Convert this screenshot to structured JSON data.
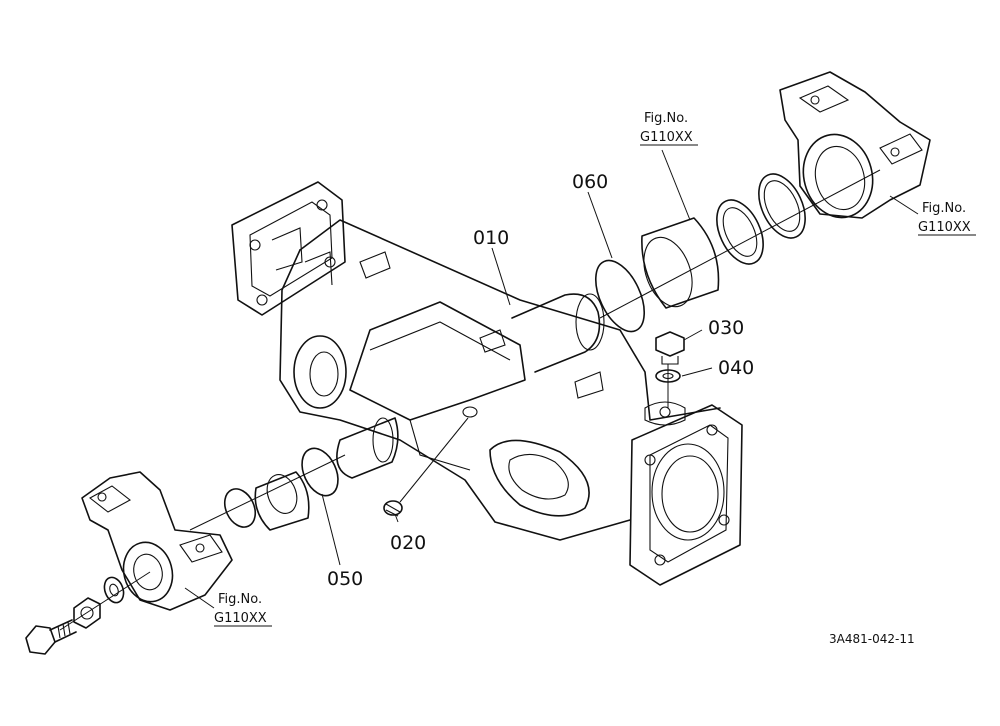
{
  "callouts": {
    "c010": "010",
    "c020": "020",
    "c030": "030",
    "c040": "040",
    "c050": "050",
    "c060": "060"
  },
  "figure_refs": {
    "top_label": "Fig.No.",
    "top_code": "G110XX",
    "right_label": "Fig.No.",
    "right_code": "G110XX",
    "left_label": "Fig.No.",
    "left_code": "G110XX"
  },
  "drawing_number": "3A481-042-11"
}
